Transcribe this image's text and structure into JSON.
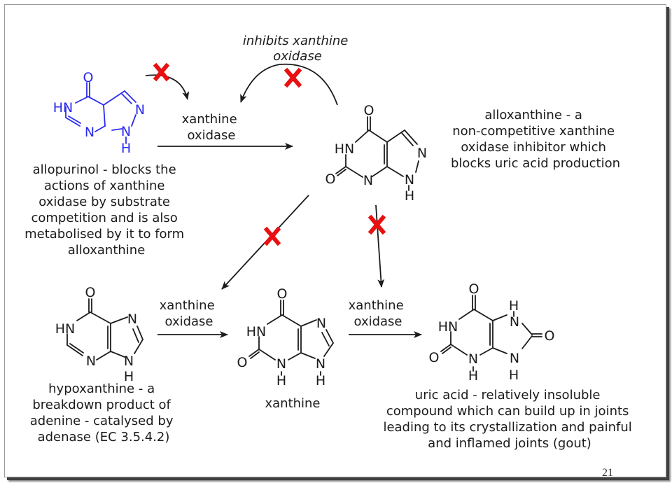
{
  "colors": {
    "allopurinol": "#2b2bf0",
    "cross": "#e81010",
    "text": "#1b1b1b"
  },
  "atoms": {
    "O": "O",
    "N": "N",
    "H": "H",
    "HN": "HN"
  },
  "arrows": {
    "inhibits_line1": "inhibits xanthine",
    "inhibits_line2": "oxidase",
    "enzyme_line1": "xanthine",
    "enzyme_line2": "oxidase"
  },
  "captions": {
    "allopurinol": [
      "allopurinol - blocks the",
      "actions of xanthine",
      "oxidase by substrate",
      "competition and is also",
      "metabolised by it to form",
      "alloxanthine"
    ],
    "alloxanthine": [
      "alloxanthine - a",
      "non-competitive xanthine",
      "oxidase inhibitor which",
      "blocks uric acid production"
    ],
    "hypoxanthine": [
      "hypoxanthine - a",
      "breakdown product of",
      "adenine - catalysed by",
      "adenase (EC 3.5.4.2)"
    ],
    "xanthine": [
      "xanthine"
    ],
    "uric_acid": [
      "uric acid - relatively insoluble",
      "compound which can build up in joints",
      "leading to its crystallization and painful",
      "and inflamed joints (gout)"
    ]
  },
  "page_number": "21"
}
